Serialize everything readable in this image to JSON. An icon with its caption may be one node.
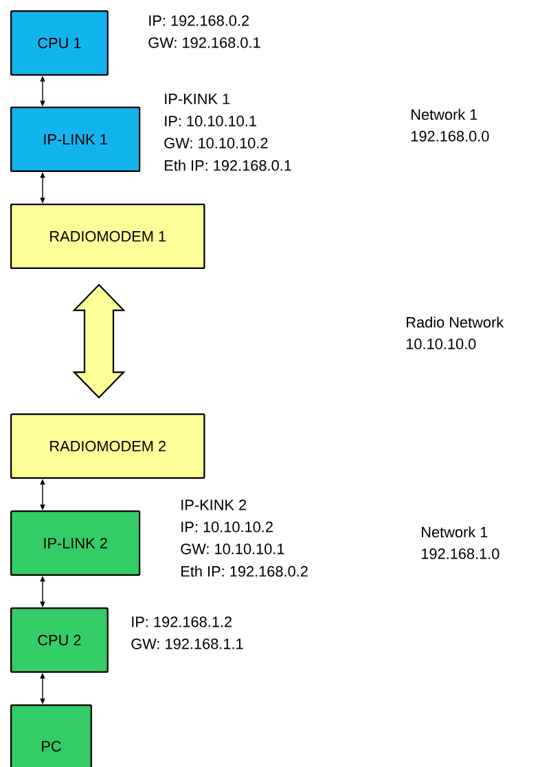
{
  "diagram": {
    "nodes": [
      {
        "text": [
          "CPU 1"
        ],
        "beside": [
          "IP: 192.168.0.2",
          "GW: 192.168.0.1"
        ]
      },
      {
        "text": [
          "IP-LINK 1"
        ],
        "beside": [
          "IP-KINK 1",
          "IP: 10.10.10.1",
          "GW: 10.10.10.2",
          "Eth IP: 192.168.0.1"
        ]
      },
      {
        "text": [
          "RADIOMODEM 1"
        ]
      },
      {
        "text": [
          "RADIOMODEM 2"
        ]
      },
      {
        "text": [
          "IP-LINK 2"
        ],
        "beside": [
          "IP-KINK 2",
          "IP: 10.10.10.2",
          "GW: 10.10.10.1",
          "Eth IP: 192.168.0.2"
        ]
      },
      {
        "text": [
          "CPU 2"
        ],
        "beside": [
          "IP: 192.168.1.2",
          "GW: 192.168.1.1"
        ]
      },
      {
        "text": [
          "PC"
        ]
      }
    ],
    "edges": [
      {
        "from": 0,
        "to": 1,
        "arrow": "both"
      },
      {
        "from": 1,
        "to": 2,
        "arrow": "both"
      },
      {
        "from": 2,
        "to": 3,
        "arrow": "both",
        "style": "thick",
        "color": "#ffff99"
      },
      {
        "from": 3,
        "to": 4,
        "arrow": "both"
      },
      {
        "from": 4,
        "to": 5,
        "arrow": "both"
      },
      {
        "from": 5,
        "to": 6,
        "arrow": "both"
      }
    ],
    "labels": [
      "Network 1",
      "192.168.0.0",
      "Radio Network",
      "10.10.10.0",
      "Network 1",
      "192.168.1.0"
    ]
  }
}
